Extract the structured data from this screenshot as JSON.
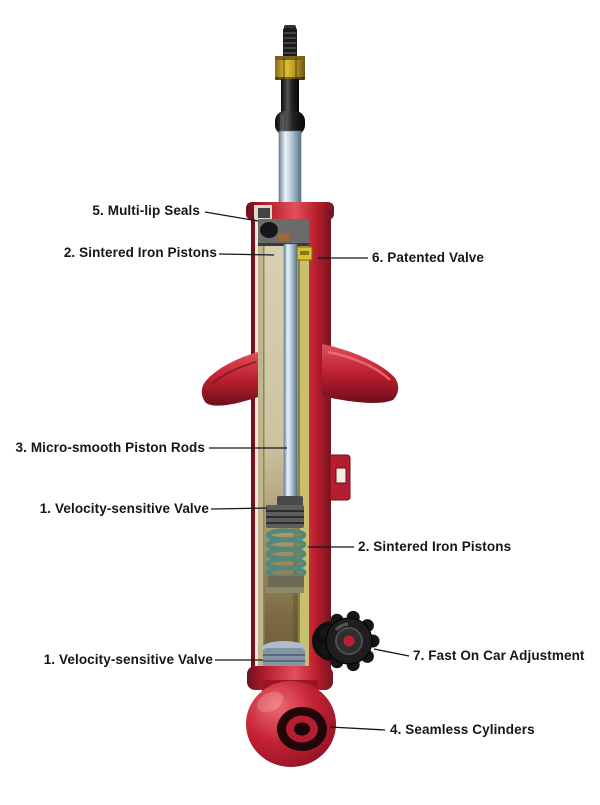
{
  "diagram": {
    "subject": "shock-absorber-cutaway",
    "colors": {
      "body_red": "#bd1f2f",
      "body_red_dark": "#6e0f1c",
      "brass_nut": "#d9b62e",
      "piston_rod_steel": "#c3d4e2",
      "inner_tube_tan": "#cfc5a0",
      "spring_teal": "#55887a",
      "valve_yellow": "#d9c22e",
      "label_text": "#15151e"
    }
  },
  "labels": [
    {
      "text": "5. Multi-lip Seals"
    },
    {
      "text": "2. Sintered Iron Pistons"
    },
    {
      "text": "6. Patented Valve"
    },
    {
      "text": "3. Micro-smooth Piston Rods"
    },
    {
      "text": "1. Velocity-sensitive Valve"
    },
    {
      "text": "2. Sintered Iron Pistons"
    },
    {
      "text": "1. Velocity-sensitive Valve"
    },
    {
      "text": "7. Fast On Car Adjustment"
    },
    {
      "text": "4. Seamless Cylinders"
    }
  ]
}
